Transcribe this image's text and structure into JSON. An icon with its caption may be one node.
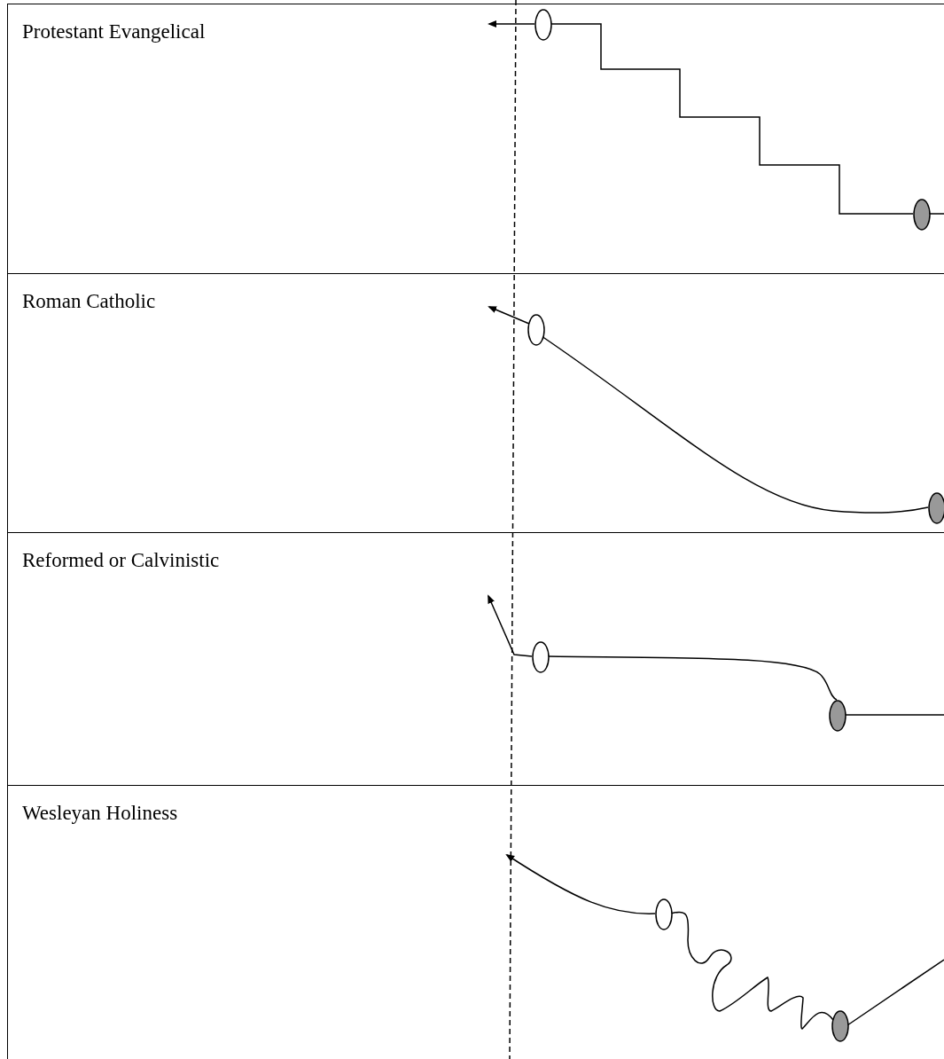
{
  "diagram": {
    "nodes": [
      {
        "text": [
          "Protestant Evangelical"
        ]
      },
      {
        "text": [],
        "shape": "ellipse",
        "in": 0
      },
      {
        "text": [],
        "shape": "ellipse",
        "in": 0
      },
      {
        "text": [
          "Roman Catholic"
        ]
      },
      {
        "text": [],
        "shape": "ellipse",
        "in": 3
      },
      {
        "text": [],
        "shape": "ellipse",
        "in": 3
      },
      {
        "text": [
          "Reformed or Calvinistic"
        ]
      },
      {
        "text": [],
        "shape": "ellipse",
        "in": 6
      },
      {
        "text": [],
        "shape": "ellipse",
        "in": 6
      },
      {
        "text": [
          "Wesleyan Holiness"
        ]
      },
      {
        "text": [],
        "shape": "ellipse",
        "in": 9
      },
      {
        "text": [],
        "shape": "ellipse",
        "in": 9
      }
    ],
    "edges": [
      {
        "from": 1,
        "to": null,
        "arrow": "to"
      },
      {
        "from": 1,
        "to": 2,
        "arrow": "none"
      },
      {
        "from": 2,
        "to": null,
        "arrow": "none"
      },
      {
        "from": 4,
        "to": null,
        "arrow": "to"
      },
      {
        "from": 4,
        "to": 5,
        "arrow": "none"
      },
      {
        "from": 7,
        "to": null,
        "arrow": "to"
      },
      {
        "from": 7,
        "to": 8,
        "arrow": "none"
      },
      {
        "from": 8,
        "to": null,
        "arrow": "none"
      },
      {
        "from": 10,
        "to": null,
        "arrow": "to"
      },
      {
        "from": 10,
        "to": 11,
        "arrow": "none"
      },
      {
        "from": 11,
        "to": null,
        "arrow": "none"
      }
    ]
  }
}
